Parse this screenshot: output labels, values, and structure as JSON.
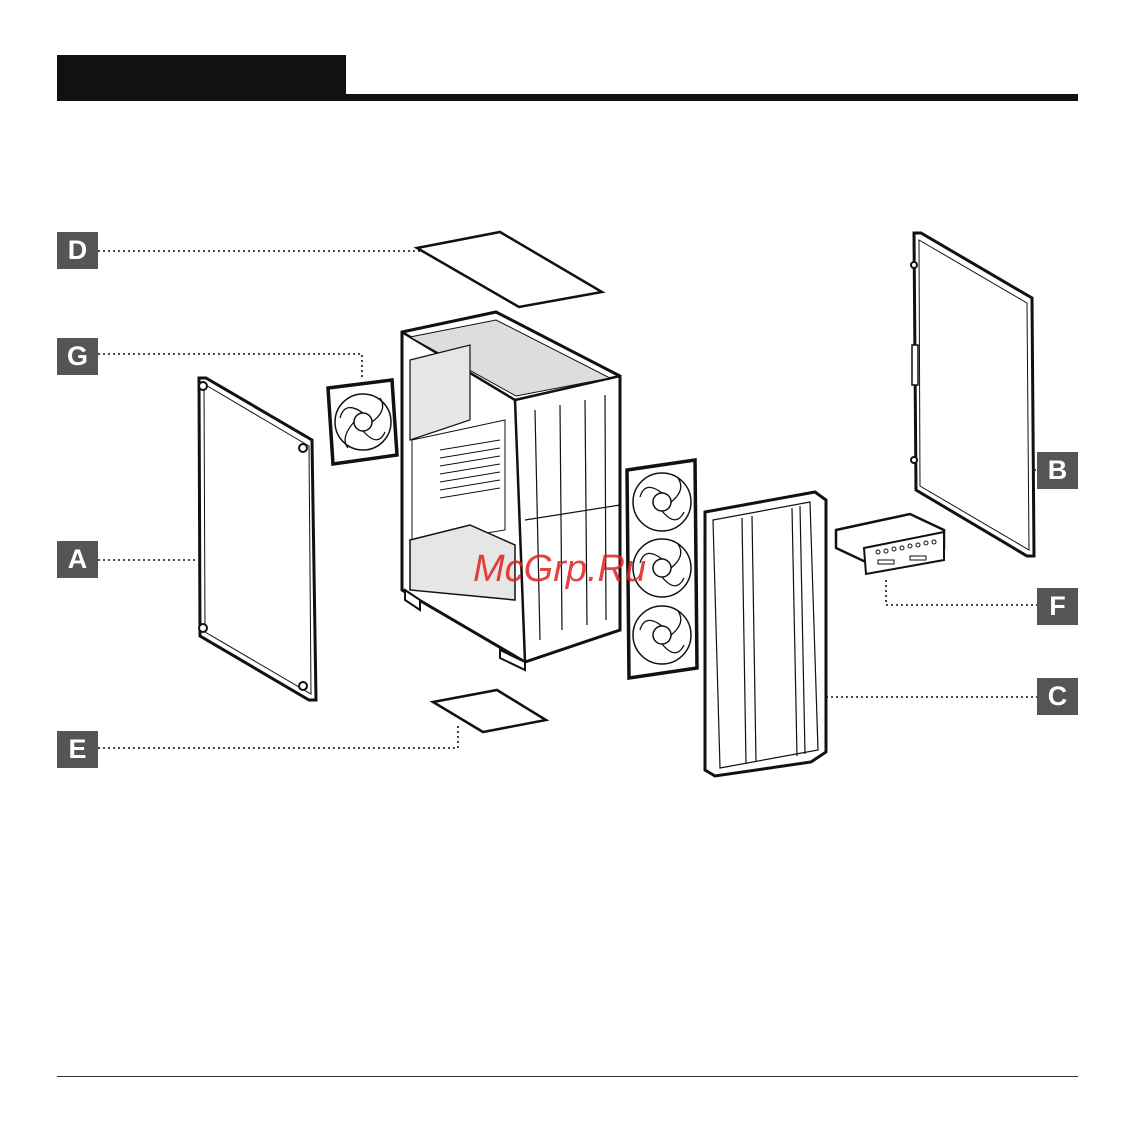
{
  "labels": {
    "a": "A",
    "b": "B",
    "c": "C",
    "d": "D",
    "e": "E",
    "f": "F",
    "g": "G"
  },
  "watermark": "McGrp.Ru",
  "colors": {
    "ink": "#111111",
    "label_bg": "#555555",
    "label_text": "#ffffff",
    "watermark": "#e02020"
  }
}
